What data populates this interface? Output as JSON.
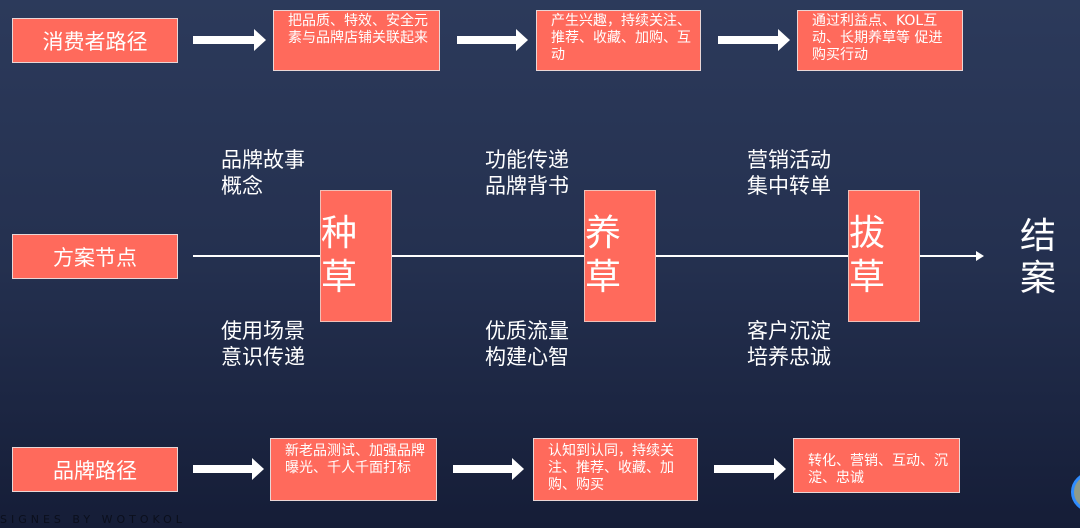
{
  "consumer_path": {
    "label": "消费者路径",
    "steps": [
      "把品质、特效、安全元素与品牌店铺关联起来",
      "产生兴趣，持续关注、推荐、收藏、加购、互动",
      "通过利益点、KOL互动、长期养草等 促进购买行动"
    ]
  },
  "plan_nodes": {
    "label": "方案节点",
    "nodes": [
      {
        "name": "种草",
        "above": [
          "品牌故事",
          "概念"
        ],
        "below": [
          "使用场景",
          "意识传递"
        ]
      },
      {
        "name": "养草",
        "above": [
          "功能传递",
          "品牌背书"
        ],
        "below": [
          "优质流量",
          "构建心智"
        ]
      },
      {
        "name": "拔草",
        "above": [
          "营销活动",
          "集中转单"
        ],
        "below": [
          "客户沉淀",
          "培养忠诚"
        ]
      }
    ],
    "end": "结案"
  },
  "brand_path": {
    "label": "品牌路径",
    "steps": [
      "新老品测试、加强品牌曝光、千人千面打标",
      "认知到认同，持续关注、推荐、收藏、加购、购买",
      "转化、营销、互动、沉淀、忠诚"
    ]
  },
  "watermark": "SIGNES BY WOTOKOL",
  "colors": {
    "box": "#ff6a5c",
    "background": "#24304f"
  }
}
